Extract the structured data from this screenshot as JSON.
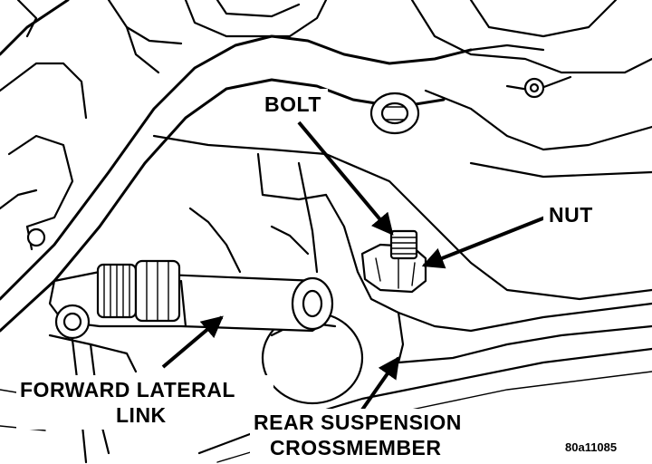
{
  "labels": {
    "bolt": "BOLT",
    "nut": "NUT",
    "forward_lateral_link_line1": "FORWARD LATERAL",
    "forward_lateral_link_line2": "LINK",
    "crossmember_line1": "REAR SUSPENSION",
    "crossmember_line2": "CROSSMEMBER"
  },
  "figure_id": "80a11085"
}
